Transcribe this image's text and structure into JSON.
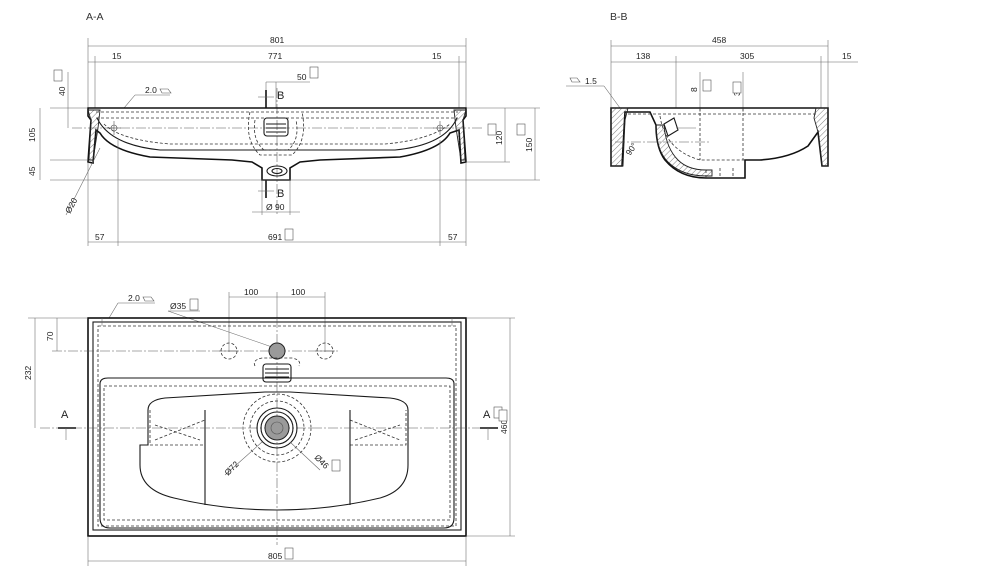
{
  "sections": {
    "aa_title": "A-A",
    "bb_title": "B-B"
  },
  "view_aa": {
    "overall_width": "801",
    "inner_width": "771",
    "left_margin": "15",
    "right_margin": "15",
    "slope": "2.0",
    "tap_offset": "50",
    "top_depth": "40",
    "side_height": "105",
    "bottom_height": "45",
    "inner_height": "120",
    "total_height": "150",
    "corner_radius": "Ø20",
    "drain_diameter": "Ø 90",
    "left_edge": "57",
    "bowl_width": "691",
    "right_edge": "57",
    "section_mark": "B"
  },
  "view_bb": {
    "overall_depth": "458",
    "back_depth": "138",
    "bowl_depth": "305",
    "front_margin": "15",
    "wall_thickness": "1.5",
    "rim_depth": "8",
    "overflow_height": "37",
    "angle": "90°"
  },
  "view_plan": {
    "slope": "2.0",
    "tap_hole": "Ø35",
    "left_spacing": "100",
    "right_spacing": "100",
    "hole_offset": "70",
    "center_depth": "232",
    "overall_depth": "460",
    "overall_width": "805",
    "drain_outer": "Ø72",
    "drain_inner": "Ø46",
    "section_mark": "A"
  }
}
